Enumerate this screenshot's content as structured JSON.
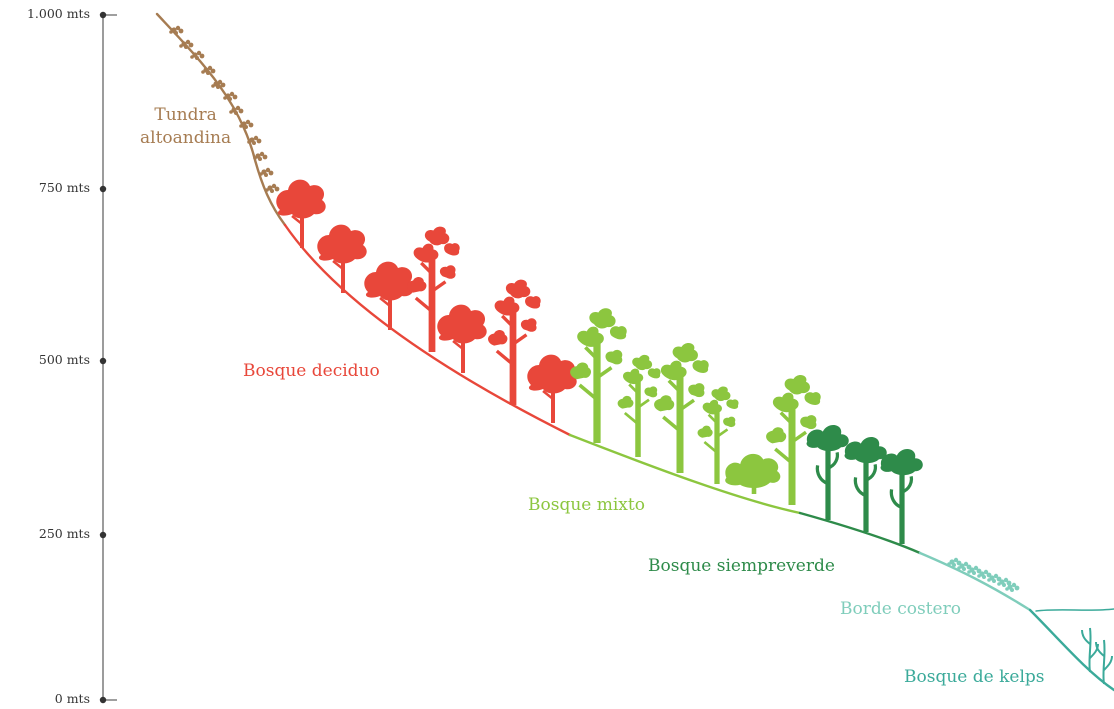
{
  "axis": {
    "ticks": [
      {
        "label": "1.000 mts",
        "value": 1000
      },
      {
        "label": "750 mts",
        "value": 750
      },
      {
        "label": "500 mts",
        "value": 500
      },
      {
        "label": "250 mts",
        "value": 250
      },
      {
        "label": "0 mts",
        "value": 0
      }
    ],
    "color": "#555555"
  },
  "zones": {
    "tundra": {
      "line1": "Tundra",
      "line2": "altoandina",
      "color": "#A67C52"
    },
    "deciduo": {
      "label": "Bosque deciduo",
      "color": "#E8473A"
    },
    "mixto": {
      "label": "Bosque mixto",
      "color": "#8CC63F"
    },
    "siempreverde": {
      "label": "Bosque siempreverde",
      "color": "#2E8B4A"
    },
    "costero": {
      "label": "Borde costero",
      "color": "#7FCDBB"
    },
    "kelps": {
      "label": "Bosque de kelps",
      "color": "#3BAA9A"
    }
  }
}
